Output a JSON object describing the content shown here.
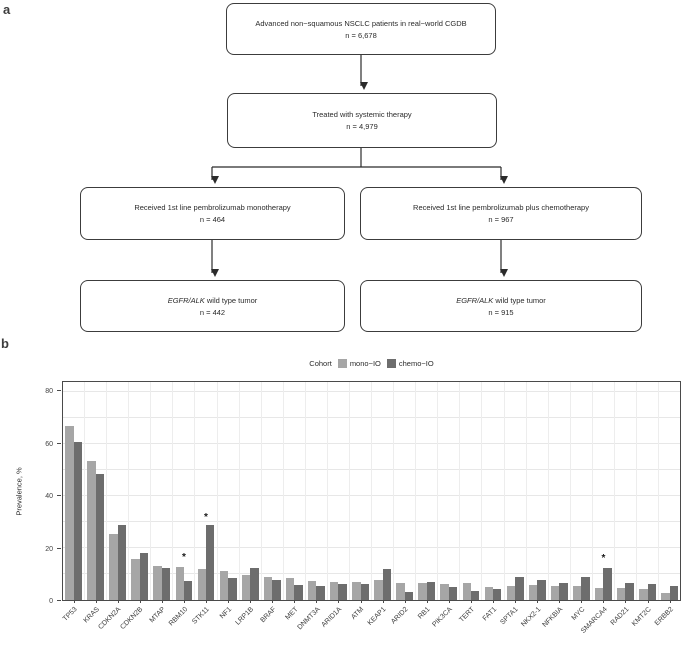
{
  "panels": {
    "a_label": "a",
    "b_label": "b"
  },
  "flowchart": {
    "box1": {
      "line1": "Advanced non−squamous NSCLC patients in real−world CGDB",
      "line2": "n = 6,678"
    },
    "box2": {
      "line1": "Treated with systemic therapy",
      "line2": "n = 4,979"
    },
    "box3": {
      "line1": "Received 1st line pembrolizumab monotherapy",
      "line2": "n = 464"
    },
    "box4": {
      "line1": "Received 1st line pembrolizumab plus chemotherapy",
      "line2": "n = 967"
    },
    "box5": {
      "italic": "EGFR/ALK",
      "rest": " wild type tumor",
      "line2": "n = 442"
    },
    "box6": {
      "italic": "EGFR/ALK",
      "rest": " wild type tumor",
      "line2": "n = 915"
    }
  },
  "chart_data": {
    "type": "bar",
    "legend_title": "Cohort",
    "ylabel": "Prevalence, %",
    "yticks": [
      0,
      20,
      40,
      60,
      80
    ],
    "ylim": [
      0,
      84
    ],
    "grid": true,
    "legend_position": "top-center",
    "categories": [
      "TP53",
      "KRAS",
      "CDKN2A",
      "CDKN2B",
      "MTAP",
      "RBM10",
      "STK11",
      "NF1",
      "LRP1B",
      "BRAF",
      "MET",
      "DNMT3A",
      "ARID1A",
      "ATM",
      "KEAP1",
      "ARID2",
      "RB1",
      "PIK3CA",
      "TERT",
      "FAT1",
      "SPTA1",
      "NKX2-1",
      "NFKBIA",
      "MYC",
      "SMARCA4",
      "RAD21",
      "KMT2C",
      "ERBB2"
    ],
    "series": [
      {
        "name": "mono−IO",
        "color": "#a6a6a6",
        "values": [
          67,
          53.5,
          25.5,
          15.8,
          13,
          12.7,
          11.8,
          11,
          9.5,
          9,
          8.4,
          7.4,
          7.1,
          7,
          7.6,
          6.7,
          6.6,
          6.1,
          6.4,
          5.1,
          5.4,
          5.7,
          5.3,
          5.3,
          4.8,
          4.5,
          4.2,
          2.7
        ]
      },
      {
        "name": "chemo−IO",
        "color": "#6d6d6d",
        "values": [
          61,
          48.5,
          29,
          18.2,
          12.2,
          7.3,
          28.8,
          8.6,
          12.4,
          7.9,
          5.6,
          5.5,
          6.1,
          6.2,
          11.8,
          2.9,
          7,
          5.1,
          3.4,
          4.3,
          8.9,
          7.9,
          6.7,
          9,
          12.2,
          6.4,
          6.2,
          5.5
        ]
      }
    ],
    "significance_marker": "*",
    "significant": [
      {
        "gene": "RBM10",
        "marker_y": 15.5
      },
      {
        "gene": "STK11",
        "marker_y": 31
      },
      {
        "gene": "SMARCA4",
        "marker_y": 15
      }
    ]
  }
}
